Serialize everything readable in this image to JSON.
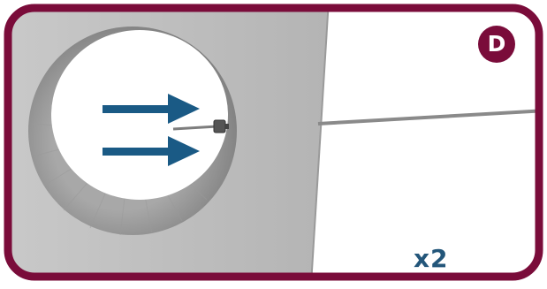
{
  "step_badge": {
    "label": "D",
    "color": "#7a0c3a"
  },
  "quantity": {
    "label": "x2",
    "color": "#23567a"
  },
  "frame": {
    "border_color": "#7a0c3a",
    "panel_color": "#bdbdbd",
    "background": "#ffffff"
  },
  "arrows": {
    "count": 2,
    "color": "#1a5a85",
    "direction": "right"
  }
}
